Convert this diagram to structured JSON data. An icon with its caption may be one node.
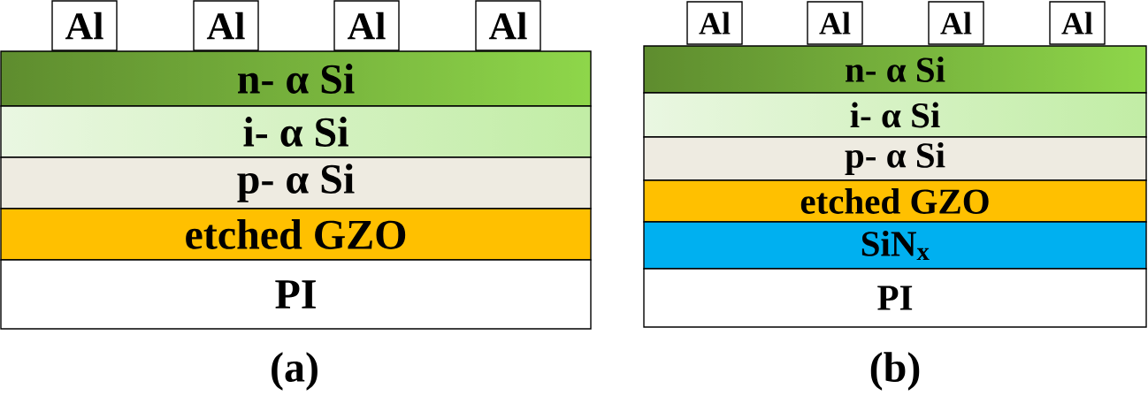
{
  "diagram": {
    "nodes": [
      {
        "text": [
          "Al"
        ]
      },
      {
        "text": [
          "Al"
        ]
      },
      {
        "text": [
          "Al"
        ]
      },
      {
        "text": [
          "Al"
        ]
      },
      {
        "text": [
          "n- α Si"
        ]
      },
      {
        "text": [
          "i- α Si"
        ]
      },
      {
        "text": [
          "p- α Si"
        ]
      },
      {
        "text": [
          "etched GZO"
        ]
      },
      {
        "text": [
          "PI"
        ]
      },
      {
        "text": [
          "Al"
        ]
      },
      {
        "text": [
          "Al"
        ]
      },
      {
        "text": [
          "Al"
        ]
      },
      {
        "text": [
          "Al"
        ]
      },
      {
        "text": [
          "n- α Si"
        ]
      },
      {
        "text": [
          "i- α Si"
        ]
      },
      {
        "text": [
          "p- α Si"
        ]
      },
      {
        "text": [
          "etched GZO"
        ]
      },
      {
        "text": [
          "SiN$_{x}$"
        ]
      },
      {
        "text": [
          "PI"
        ]
      }
    ],
    "labels": [
      "(a)",
      "(b)"
    ]
  }
}
